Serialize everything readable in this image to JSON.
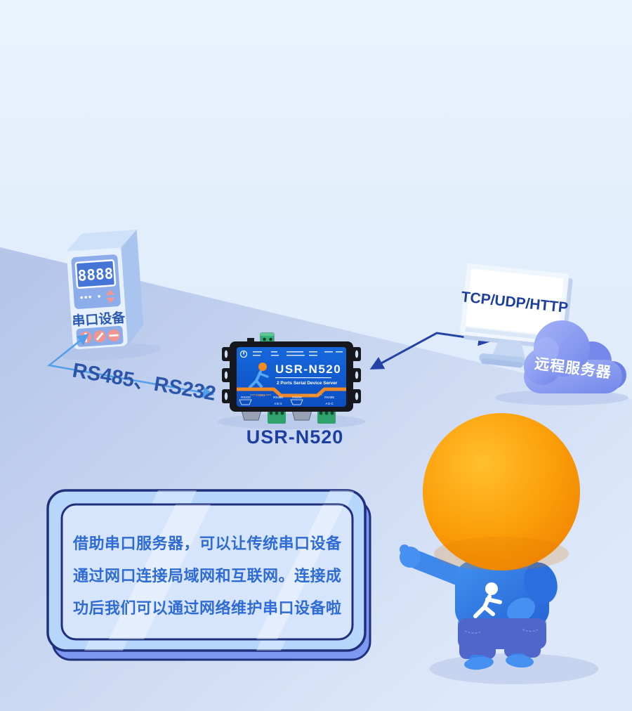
{
  "scene_title": "serial-device-server-connection-diagram",
  "serial_device": {
    "label": "串口设备",
    "display_value": "8888"
  },
  "serial_link": {
    "label": "RS485、RS232"
  },
  "gateway": {
    "name": "USR-N520",
    "subtitle": "2 Ports Serial Device Server",
    "caption": "USR-N520",
    "ports": {
      "com1": "COM1",
      "com2": "COM2",
      "rs232": "RS232",
      "rs485": "RS485",
      "pins": "A B G"
    }
  },
  "monitor": {
    "label": "TCP/UDP/HTTP"
  },
  "cloud": {
    "label": "远程服务器"
  },
  "speech_box": {
    "lines": [
      "借助串口服务器，可以让传统串口设备",
      "通过网口连接局域网和互联网。连接成",
      "功后我们可以通过网络维护串口设备啦"
    ]
  },
  "colors": {
    "sky": "#e7f1fd",
    "floor": "#bfcfee",
    "accent_text_blue": "#2f6bd4",
    "navy_border": "#20307d",
    "brand_orange": "#f28a1f",
    "device_face_blue": "#1261d4",
    "cloud_purple": "#7a8eec",
    "arrow_light": "#53a0ea",
    "arrow_dark": "#2443a6",
    "mascot_head": "#f79500",
    "mascot_shirt": "#2f7ce3"
  }
}
